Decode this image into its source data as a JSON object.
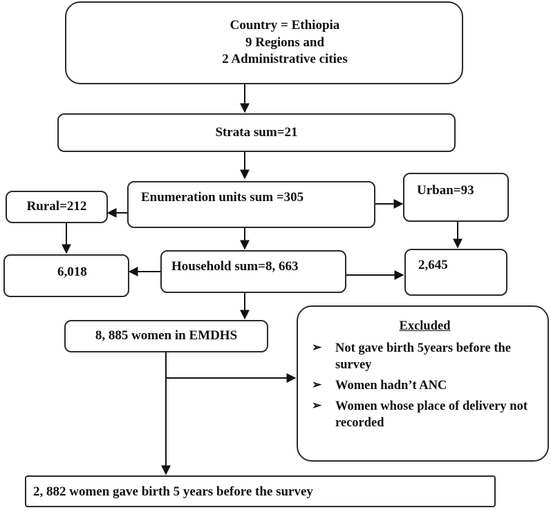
{
  "country": {
    "line1": "Country = Ethiopia",
    "line2": "9 Regions and",
    "line3": "2 Administrative cities"
  },
  "strata": "Strata sum=21",
  "enumeration": "Enumeration units sum =305",
  "rural": "Rural=212",
  "urban": "Urban=93",
  "household": "Household sum=8, 663",
  "rural_households": "6,018",
  "urban_households": "2,645",
  "women": "8, 885 women in EMDHS",
  "excluded": {
    "title": "Excluded",
    "items": [
      "Not gave birth 5years before the survey",
      "Women hadn’t ANC",
      "Women whose place of delivery not recorded"
    ]
  },
  "final": "2, 882 women gave birth 5 years before the survey"
}
